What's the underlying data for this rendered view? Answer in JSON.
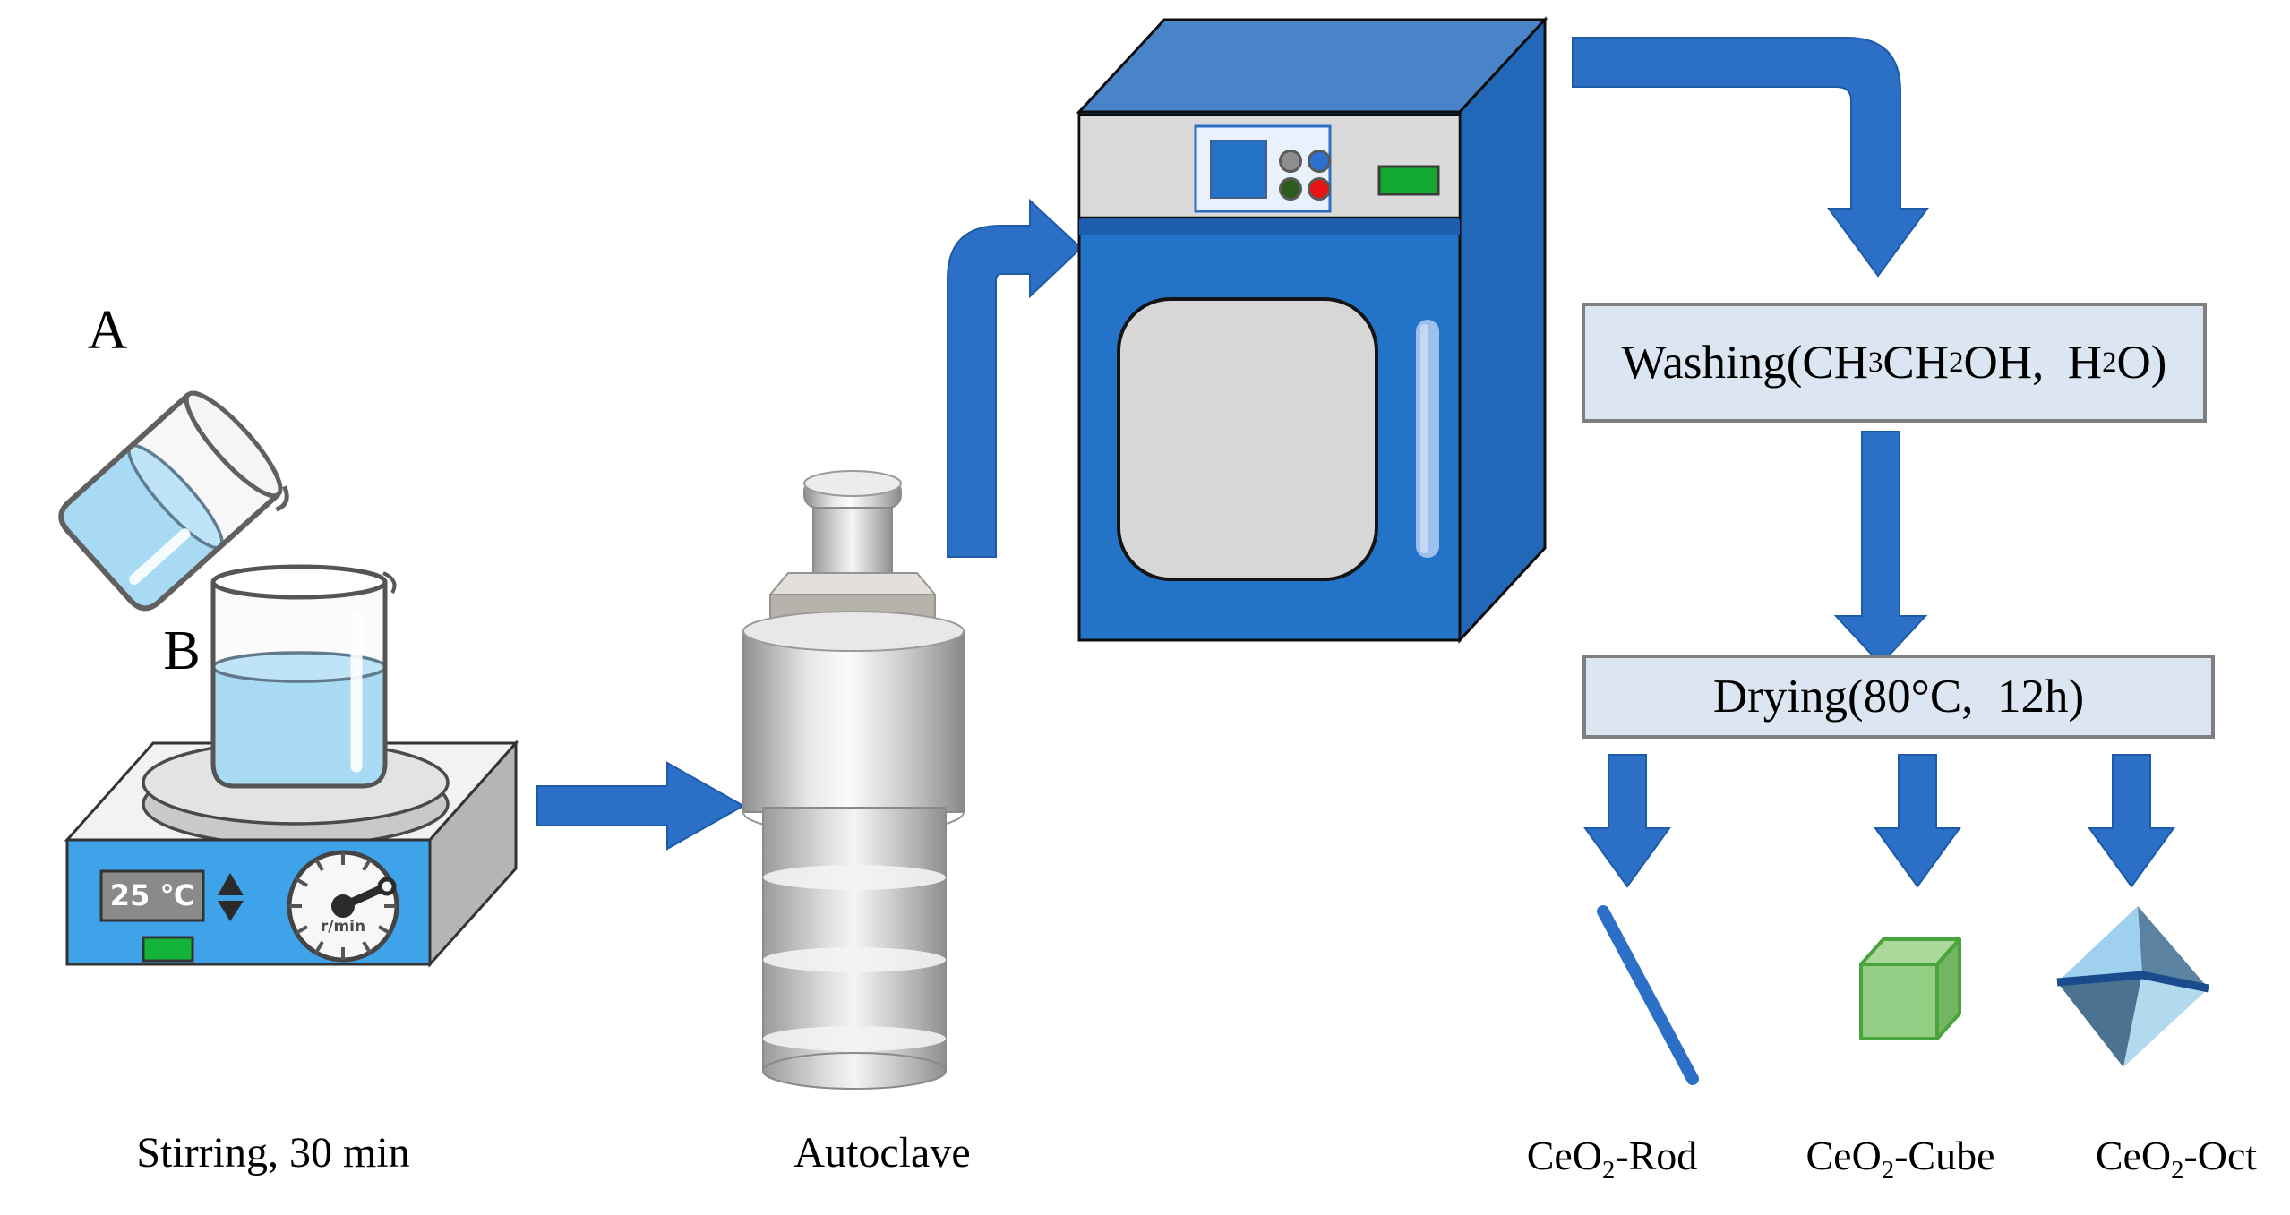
{
  "figure": {
    "title_hint": "CeO2 nanostructure hydrothermal synthesis flow diagram",
    "labels": {
      "beaker_a": "A",
      "beaker_b": "B",
      "stirrer_display": "25 ℃",
      "stirrer_dial_unit": "r/min",
      "stirring_caption": "Stirring, 30 min",
      "autoclave_caption": "Autoclave"
    },
    "process_boxes": {
      "washing": {
        "text": "Washing(CH3CH2OH, H2O)",
        "segments": [
          {
            "t": "Washing(CH"
          },
          {
            "t": "3",
            "sub": true
          },
          {
            "t": "CH"
          },
          {
            "t": "2",
            "sub": true
          },
          {
            "t": "OH,  H"
          },
          {
            "t": "2",
            "sub": true
          },
          {
            "t": "O)"
          }
        ]
      },
      "drying": {
        "text": "Drying(80°C, 12h)",
        "segments": [
          {
            "t": "Drying(80°C,  12h)"
          }
        ]
      }
    },
    "products": [
      {
        "id": "rod",
        "shape": "rod",
        "text": "CeO2-Rod",
        "segments": [
          {
            "t": "CeO"
          },
          {
            "t": "2",
            "sub": true
          },
          {
            "t": "-Rod"
          }
        ]
      },
      {
        "id": "cube",
        "shape": "cube",
        "text": "CeO2-Cube",
        "segments": [
          {
            "t": "CeO"
          },
          {
            "t": "2",
            "sub": true
          },
          {
            "t": "-Cube"
          }
        ]
      },
      {
        "id": "oct",
        "shape": "octahedron",
        "text": "CeO2-Oct",
        "segments": [
          {
            "t": "CeO"
          },
          {
            "t": "2",
            "sub": true
          },
          {
            "t": "-Oct"
          }
        ]
      }
    ],
    "colors": {
      "arrow_blue": "#2b6fc6",
      "process_box_fill": "#dce6f2",
      "process_box_border": "#7f7f7f",
      "oven_front": "#2373c8",
      "oven_top": "#4a84c8",
      "oven_side": "#2268b8",
      "oven_panel_strip": "#dadada",
      "green_button": "#12a930",
      "red_button": "#e81414",
      "stirrer_front": "#3fa3ea",
      "liquid_blue": "#a8daf4",
      "cube_green": "#93ce84",
      "oct_light": "#9fd0ee",
      "oct_dark": "#4b7390",
      "metal_silver": "#d9d9d9"
    }
  }
}
